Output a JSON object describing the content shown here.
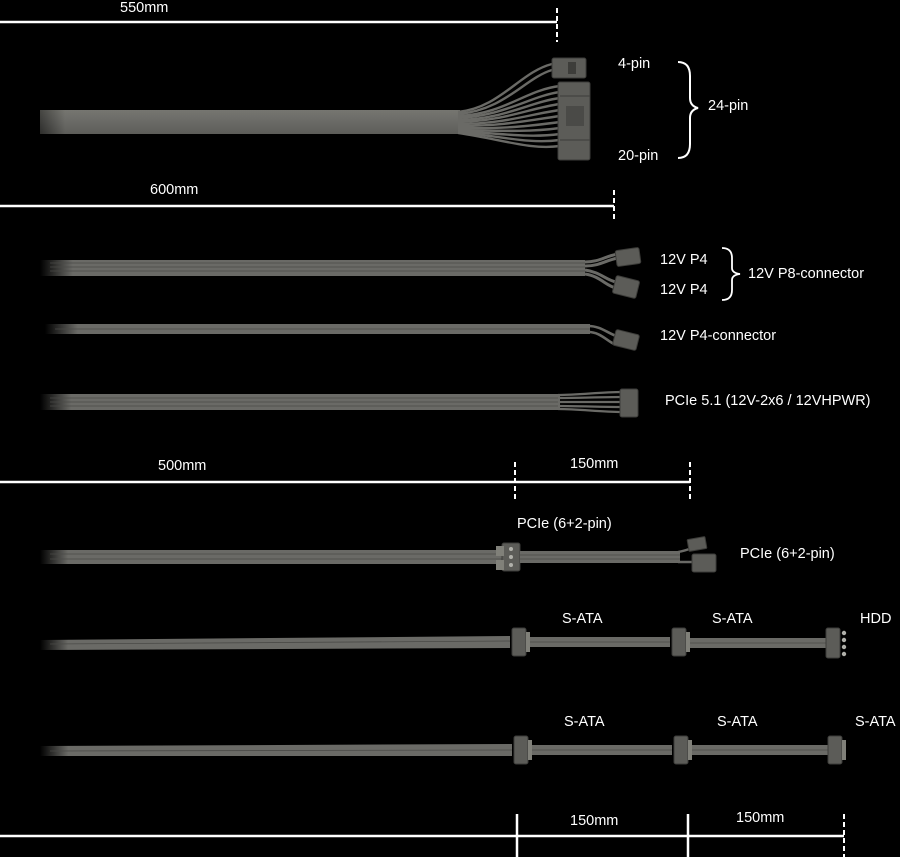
{
  "colors": {
    "background": "#000000",
    "cable": "#6a6a66",
    "cable_dark": "#4a4a47",
    "cable_light": "#808079",
    "connector": "#5c5c58",
    "text": "#ffffff"
  },
  "measurements": {
    "cable_24pin": "550mm",
    "cable_cpu": "600mm",
    "cable_pcie_main": "500mm",
    "cable_pcie_extra": "150mm",
    "cable_sata_first": "150mm",
    "cable_sata_second": "150mm"
  },
  "labels": {
    "pin4": "4-pin",
    "pin20": "20-pin",
    "pin24": "24-pin",
    "p4_top": "12V P4",
    "p4_bottom": "12V P4",
    "p8": "12V P8-connector",
    "p4_connector": "12V P4-connector",
    "pcie51": "PCIe 5.1 (12V-2x6 / 12VHPWR)",
    "pcie62_top": "PCIe (6+2-pin)",
    "pcie62_right": "PCIe (6+2-pin)",
    "sata1_a": "S-ATA",
    "sata1_b": "S-ATA",
    "hdd": "HDD",
    "sata2_a": "S-ATA",
    "sata2_b": "S-ATA",
    "sata2_c": "S-ATA"
  }
}
